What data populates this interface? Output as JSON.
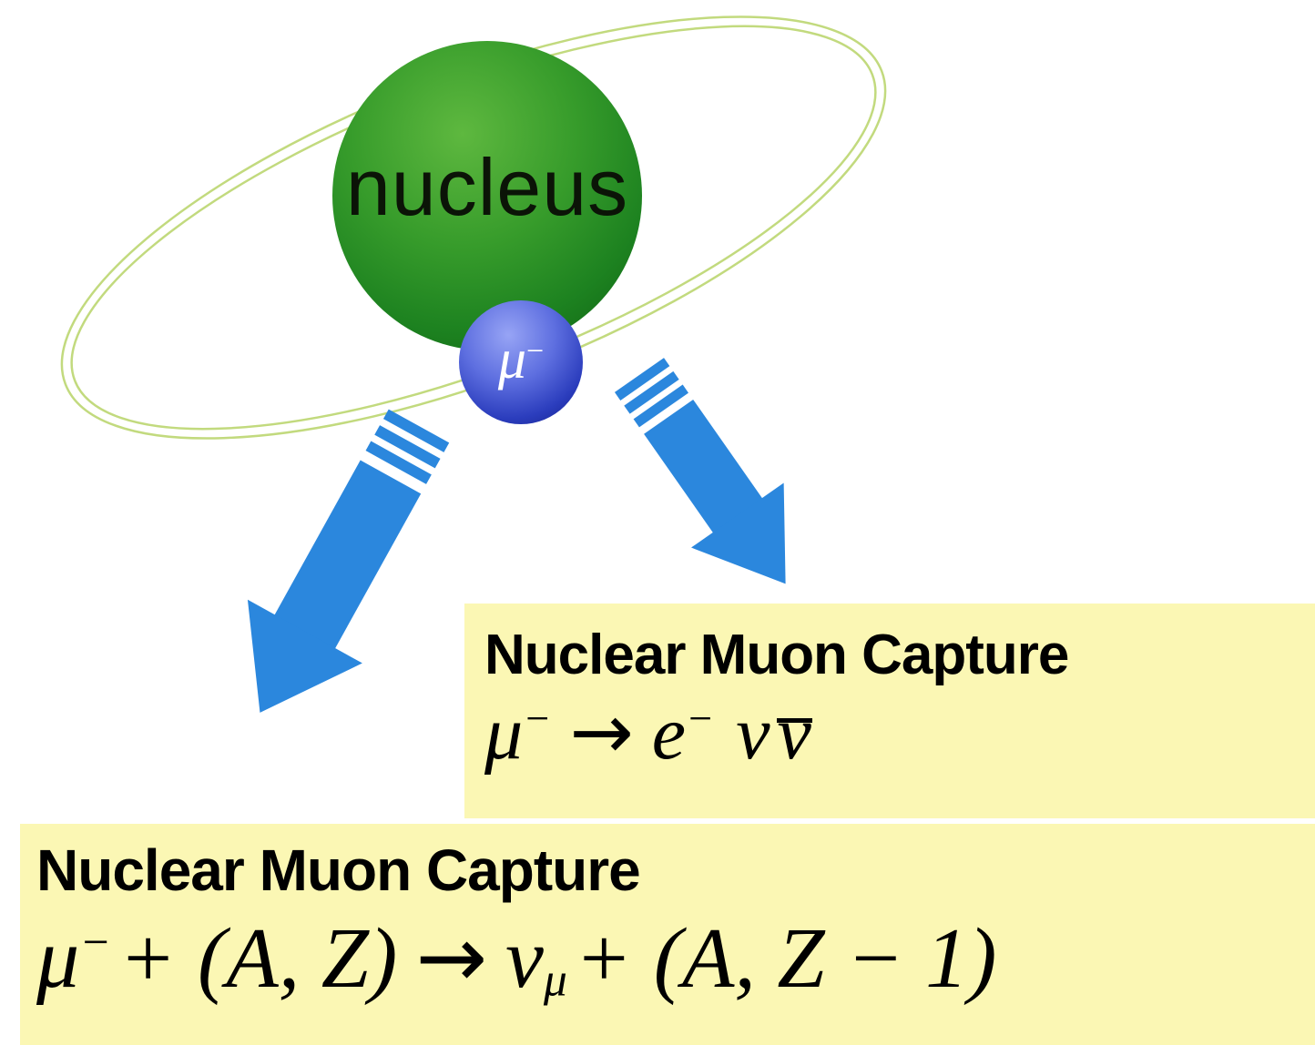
{
  "diagram": {
    "background": "#ffffff",
    "box_bg": "#fbf7b4",
    "orbit": {
      "color": "#c2da7e"
    },
    "arrows": {
      "color": "#2b87dd"
    },
    "nucleus": {
      "label": "nucleus",
      "color_light": "#5eb83f",
      "color_dark": "#0d5f11"
    },
    "muon": {
      "symbol": "μ",
      "charge": "−",
      "color_light": "#97a4f5",
      "color_dark": "#111d85"
    },
    "boxes": {
      "decay": {
        "title": "Nuclear Muon Capture",
        "formula": {
          "mu": "μ",
          "mu_sup": "−",
          "arrow": "→",
          "e": "e",
          "e_sup": "−",
          "nu": "ν",
          "nu_bar": "ν"
        }
      },
      "capture": {
        "title": "Nuclear Muon Capture",
        "formula": {
          "mu": "μ",
          "mu_sup": "−",
          "plus_az": "+ (A, Z)",
          "arrow": "→",
          "nu": "ν",
          "nu_sub": "μ",
          "plus_az_minus1": "+ (A, Z − 1)"
        }
      }
    }
  }
}
